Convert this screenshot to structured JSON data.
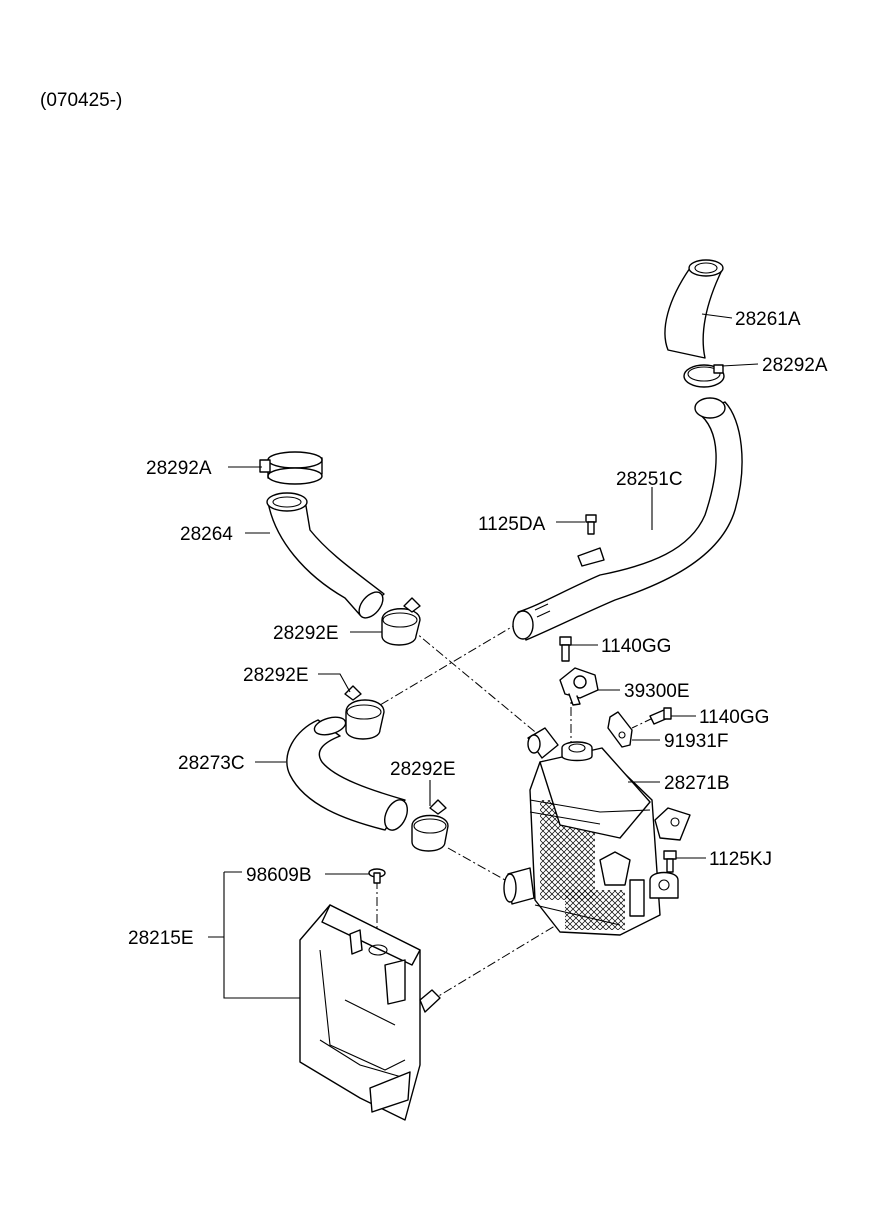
{
  "diagram": {
    "code": "(070425-)",
    "parts": [
      {
        "id": "p1",
        "label": "28261A"
      },
      {
        "id": "p2",
        "label": "28292A"
      },
      {
        "id": "p3",
        "label": "28292A"
      },
      {
        "id": "p4",
        "label": "28251C"
      },
      {
        "id": "p5",
        "label": "28264"
      },
      {
        "id": "p6",
        "label": "1125DA"
      },
      {
        "id": "p7",
        "label": "28292E"
      },
      {
        "id": "p8",
        "label": "1140GG"
      },
      {
        "id": "p9",
        "label": "28292E"
      },
      {
        "id": "p10",
        "label": "39300E"
      },
      {
        "id": "p11",
        "label": "1140GG"
      },
      {
        "id": "p12",
        "label": "91931F"
      },
      {
        "id": "p13",
        "label": "28273C"
      },
      {
        "id": "p14",
        "label": "28292E"
      },
      {
        "id": "p15",
        "label": "28271B"
      },
      {
        "id": "p16",
        "label": "1125KJ"
      },
      {
        "id": "p17",
        "label": "98609B"
      },
      {
        "id": "p18",
        "label": "28215E"
      }
    ]
  }
}
